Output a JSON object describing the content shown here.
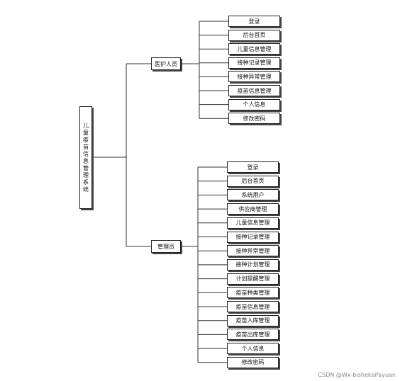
{
  "root": {
    "label": "儿童疫苗信息管理系统"
  },
  "branches": [
    {
      "label": "医护人员",
      "children": [
        "登录",
        "后台首页",
        "儿童信息管理",
        "接种记录管理",
        "接种异常管理",
        "疫苗信息管理",
        "个人信息",
        "修改密码"
      ]
    },
    {
      "label": "管理员",
      "children": [
        "登录",
        "后台首页",
        "系统用户",
        "供应商管理",
        "儿童信息管理",
        "接种记录管理",
        "接种异常管理",
        "接种计划管理",
        "计划提醒管理",
        "疫苗种类管理",
        "疫苗信息管理",
        "疫苗入库管理",
        "疫苗出库管理",
        "个人信息",
        "修改密码"
      ]
    }
  ],
  "watermark": "CSDN @Wx-bishekaifayuan"
}
